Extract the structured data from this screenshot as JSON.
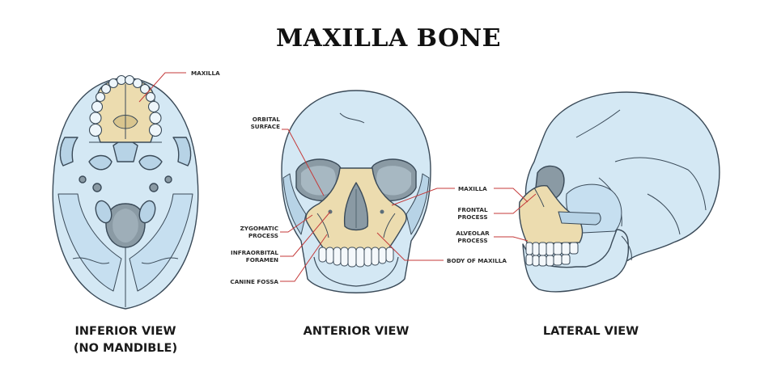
{
  "title": "MAXILLA BONE",
  "views": {
    "inferior": {
      "line1": "INFERIOR VIEW",
      "line2": "(NO MANDIBLE)"
    },
    "anterior": "ANTERIOR VIEW",
    "lateral": "LATERAL VIEW"
  },
  "labels": {
    "inferior_maxilla": "MAXILLA",
    "orbital_1": "ORBITAL",
    "orbital_2": "SURFACE",
    "zygomatic_1": "ZYGOMATIC",
    "zygomatic_2": "PROCESS",
    "infraorbital_1": "INFRAORBITAL",
    "infraorbital_2": "FORAMEN",
    "canine_fossa": "CANINE FOSSA",
    "anterior_maxilla": "MAXILLA",
    "body_of_maxilla": "BODY OF MAXILLA",
    "frontal_1": "FRONTAL",
    "frontal_2": "PROCESS",
    "alveolar_1": "ALVEOLAR",
    "alveolar_2": "PROCESS"
  },
  "colors": {
    "bone": "#d4e8f4",
    "bone_shadow": "#b7d3e6",
    "outline": "#3a4a58",
    "maxilla": "#ecdcaf",
    "maxilla_shadow": "#d9c58e",
    "cavity": "#8a9aa4",
    "leader": "#c43a3a"
  }
}
